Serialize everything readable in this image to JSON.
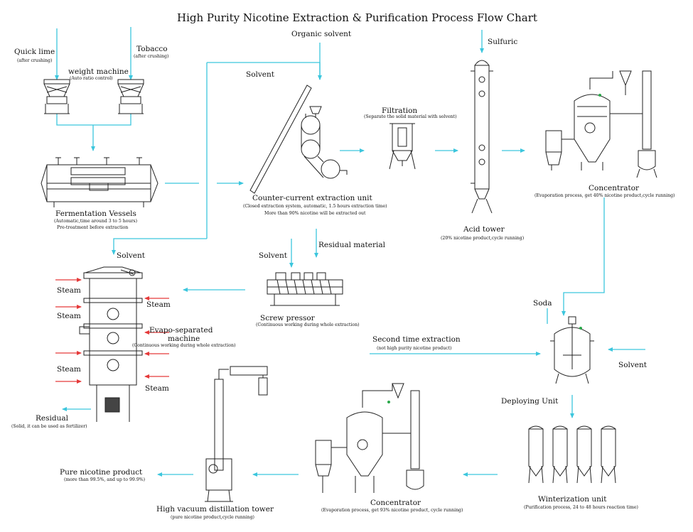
{
  "title": "High Purity Nicotine Extraction & Purification Process Flow Chart",
  "inputs": {
    "quick_lime": "Quick lime",
    "quick_lime_note": "(after crushing)",
    "tobacco": "Tobacco",
    "tobacco_note": "(after crushing)",
    "organic_solvent": "Organic solvent",
    "sulfuric": "Sulfuric",
    "solvent_top": "Solvent",
    "solvent_mid": "Solvent",
    "solvent_screw": "Solvent",
    "soda": "Soda",
    "solvent_right": "Solvent",
    "steam_1": "Steam",
    "steam_2": "Steam",
    "steam_3": "Steam",
    "steam_4": "Steam",
    "steam_5": "Steam",
    "residual_material": "Residual material"
  },
  "units": {
    "weight_machine": {
      "name": "weight machine",
      "note": "(Auto ratio control)"
    },
    "fermentation": {
      "name": "Fermentation Vessels",
      "note": "(Automatic,time around 3 to 5 hours)",
      "note2": "Pre-treatment before extraction"
    },
    "extraction": {
      "name": "Counter-current extraction unit",
      "note": "(Closed extraction system, automatic, 1.5 hours extraction time)",
      "note2": "More than 90% nicotine will be extracted out"
    },
    "filtration": {
      "name": "Filtration",
      "note": "(Separate the solid material with solvent)"
    },
    "acid_tower": {
      "name": "Acid tower",
      "note": "(20% nicotine product,cycle running)"
    },
    "concentrator_top": {
      "name": "Concentrator",
      "note": "(Evaporation process, get 40% nicotine product,cycle running)"
    },
    "screw_pressor": {
      "name": "Screw pressor",
      "note": "(Continuous working during whole extraction)"
    },
    "evapo": {
      "name": "Evapo-separated",
      "name2": "machine",
      "note": "(Continuous working during whole extraction)"
    },
    "residual": {
      "name": "Residual",
      "note": "(Solid, it can be used as fertilizer)"
    },
    "second_extraction": {
      "name": "Second time extraction",
      "note": "(not high purity nicotine product)"
    },
    "deploying": {
      "name": "Deploying Unit"
    },
    "winterization": {
      "name": "Winterization unit",
      "note": "(Purification process, 24 to 48 hours reaction time)"
    },
    "concentrator_bottom": {
      "name": "Concentrator",
      "note": "(Evaporation process, get 93% nicotine product, cycle running)"
    },
    "distillation": {
      "name": "High vacuum distillation tower",
      "note": "(pure nicotine product,cycle running)"
    },
    "pure_nicotine": {
      "name": "Pure nicotine product",
      "note": "(more than 99.5%, and up to 99.9%)"
    }
  },
  "colors": {
    "flow": "#3cc6dd",
    "steam": "#e53a3a",
    "ink": "#222222",
    "accent": "#2aa84a"
  }
}
